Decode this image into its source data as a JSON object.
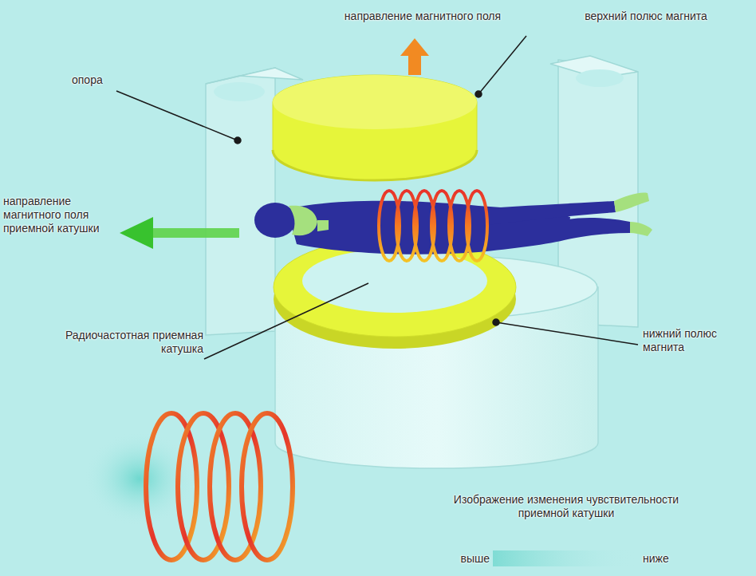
{
  "diagram": {
    "labels": [
      "направление магнитного поля",
      "верхний полюс магнита",
      "опора",
      "направление магнитного поля приемной катушки",
      "Радиочастотная приемная катушка",
      "нижний полюс магнита",
      "Изображение изменения чувствительности приемной катушки",
      "выше",
      "ниже"
    ]
  }
}
